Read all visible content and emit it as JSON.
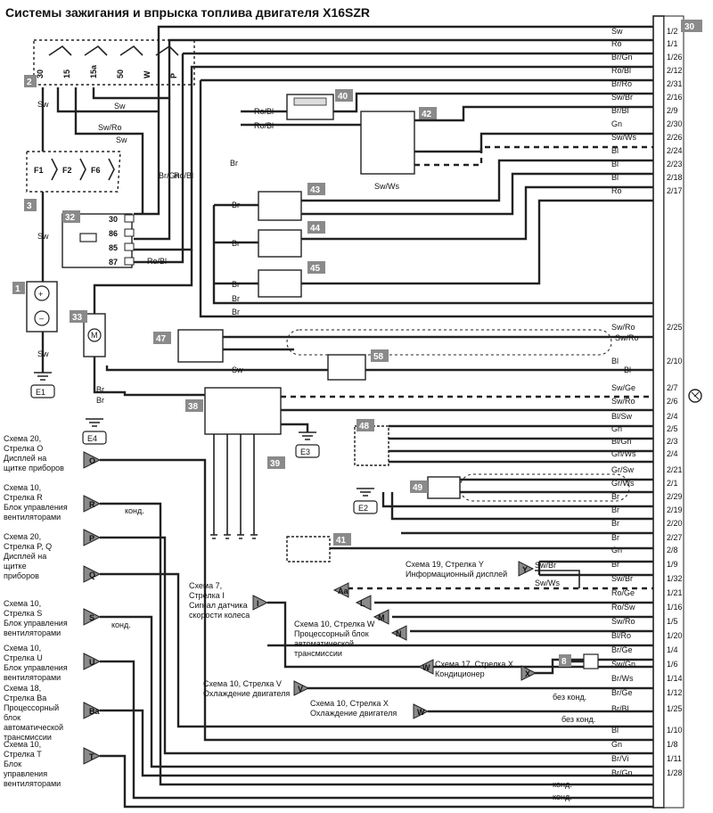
{
  "title": "Системы зажигания и впрыска топлива двигателя X16SZR",
  "connector": {
    "id": "30",
    "pins": [
      {
        "pin": "1/2",
        "wire": "Sw"
      },
      {
        "pin": "1/1",
        "wire": "Ro"
      },
      {
        "pin": "1/26",
        "wire": "Br/Gn"
      },
      {
        "pin": "2/12",
        "wire": "Ro/Bl"
      },
      {
        "pin": "2/31",
        "wire": "Br/Ro"
      },
      {
        "pin": "2/16",
        "wire": "Sw/Br"
      },
      {
        "pin": "2/9",
        "wire": "Br/Bl"
      },
      {
        "pin": "2/30",
        "wire": "Gn"
      },
      {
        "pin": "2/26",
        "wire": "Sw/Ws"
      },
      {
        "pin": "2/24",
        "wire": "Bl"
      },
      {
        "pin": "2/23",
        "wire": "Bl"
      },
      {
        "pin": "2/18",
        "wire": "Bl"
      },
      {
        "pin": "2/17",
        "wire": "Ro"
      },
      {
        "pin": "2/25",
        "wire": "Sw/Ro"
      },
      {
        "pin": "2/10",
        "wire": "Bl"
      },
      {
        "pin": "2/7",
        "wire": "Sw/Ge"
      },
      {
        "pin": "2/6",
        "wire": "Sw/Ro"
      },
      {
        "pin": "2/4",
        "wire": "Bl/Sw"
      },
      {
        "pin": "2/5",
        "wire": "Gn"
      },
      {
        "pin": "2/3",
        "wire": "Bl/Gn"
      },
      {
        "pin": "2/4",
        "wire": "Gn/Ws"
      },
      {
        "pin": "2/21",
        "wire": "Gr/Sw"
      },
      {
        "pin": "2/1",
        "wire": "Gr/Ws"
      },
      {
        "pin": "2/29",
        "wire": "Br"
      },
      {
        "pin": "2/19",
        "wire": "Br"
      },
      {
        "pin": "2/20",
        "wire": "Br"
      },
      {
        "pin": "2/27",
        "wire": "Br"
      },
      {
        "pin": "2/8",
        "wire": "Gn"
      },
      {
        "pin": "1/9",
        "wire": "Br"
      },
      {
        "pin": "1/32",
        "wire": "Sw/Br"
      },
      {
        "pin": "1/21",
        "wire": "Ro/Ge"
      },
      {
        "pin": "1/16",
        "wire": "Ro/Sw"
      },
      {
        "pin": "1/5",
        "wire": "Sw/Ro"
      },
      {
        "pin": "1/20",
        "wire": "Bl/Ro"
      },
      {
        "pin": "1/4",
        "wire": "Br/Ge"
      },
      {
        "pin": "1/6",
        "wire": "Sw/Gn"
      },
      {
        "pin": "1/14",
        "wire": "Br/Ws"
      },
      {
        "pin": "1/12",
        "wire": "Br/Ge"
      },
      {
        "pin": "1/25",
        "wire": "Br/Bl"
      },
      {
        "pin": "1/10",
        "wire": "Bl"
      },
      {
        "pin": "1/8",
        "wire": "Gn"
      },
      {
        "pin": "1/11",
        "wire": "Br/Vi"
      },
      {
        "pin": "1/28",
        "wire": "Br/Gn"
      }
    ]
  },
  "components": {
    "c2": "2",
    "c3": "3",
    "c1": "1",
    "c30": "30",
    "c32": "32",
    "c33": "33",
    "c38": "38",
    "c39": "39",
    "c40": "40",
    "c41": "41",
    "c42": "42",
    "c43": "43",
    "c44": "44",
    "c45": "45",
    "c47": "47",
    "c48": "48",
    "c49": "49",
    "c58": "58",
    "c8": "8"
  },
  "ign_terms": [
    "30",
    "15",
    "15a",
    "50",
    "W",
    "P"
  ],
  "fuses": [
    "F1",
    "F2",
    "F6"
  ],
  "relay_pins": [
    "30",
    "86",
    "85",
    "87"
  ],
  "grounds": [
    "E1",
    "E4",
    "E3",
    "E2"
  ],
  "left_wires": {
    "sw1": "Sw",
    "sw2": "Sw",
    "swro": "Sw/Ro",
    "sw3": "Sw",
    "sw4": "Sw",
    "brgn": "Br/Gn",
    "robl": "Ro/Bl",
    "robl2": "Ro/Bl",
    "robl3": "Ro/Bl",
    "robl4": "Ro/Bl",
    "br1": "Br",
    "br2": "Br",
    "br3": "Br",
    "br4": "Br",
    "br5": "Br",
    "br6": "Br",
    "swws": "Sw/Ws",
    "swro2": "Sw/Ro",
    "sw5": "Sw",
    "bl": "Bl",
    "sw6": "Sw",
    "br7": "Br",
    "brE4": "Br",
    "gnd1": "Br"
  },
  "refs": [
    {
      "letter": "O",
      "text": [
        "Схема 20,",
        "Стрелка O",
        "Дисплей на",
        "щитке приборов"
      ]
    },
    {
      "letter": "R",
      "text": [
        "Схема 10,",
        "Стрелка R",
        "Блок управления",
        "вентиляторами"
      ]
    },
    {
      "letter": "P",
      "text": [
        "Схема 20,",
        "Стрелка P, Q",
        "Дисплей на",
        "щитке",
        "приборов"
      ]
    },
    {
      "letter": "Q",
      "text": []
    },
    {
      "letter": "S",
      "text": [
        "Схема 10,",
        "Стрелка S",
        "Блок управления",
        "вентиляторами"
      ]
    },
    {
      "letter": "U",
      "text": [
        "Схема 10,",
        "Стрелка U",
        "Блок управления",
        "вентиляторами"
      ]
    },
    {
      "letter": "Ba",
      "text": [
        "Схема 18,",
        "Стрелка Ba",
        "Процессорный",
        "блок",
        "автоматической",
        "трансмиссии"
      ]
    },
    {
      "letter": "T",
      "text": [
        "Схема 10,",
        "Стрелка T",
        "Блок",
        "управления",
        "вентиляторами"
      ]
    }
  ],
  "mid_refs": {
    "I": {
      "letter": "I",
      "text": [
        "Схема 7,",
        "Стрелка I",
        "Сигнал датчика",
        "скорости колеса"
      ]
    },
    "W": {
      "letter": "W",
      "text": [
        "Схема 10, Стрелка W",
        "Процессорный блок",
        "автоматической",
        "трансмиссии"
      ]
    },
    "V": {
      "letter": "V",
      "text": [
        "Схема 10, Стрелка V",
        "Охлаждение двигателя"
      ]
    },
    "Wx": {
      "letter": "W",
      "text": [
        "Схема 10, Стрелка X",
        "Охлаждение двигателя"
      ]
    },
    "X": {
      "letter": "X",
      "text": [
        "Схема 17, Стрелка X",
        "Кондиционер"
      ]
    },
    "Y": {
      "letter": "Y",
      "text": [
        "Схема 19, Стрелка Y",
        "Информационный дисплей"
      ]
    },
    "L": "L",
    "M": "M",
    "N": "N",
    "Aa": "Aa"
  },
  "notes": {
    "kond1": "конд.",
    "kond2": "конд.",
    "bezkond1": "без конд.",
    "bezkond2": "без конд.",
    "kond3": "конд.",
    "kond4": "конд.",
    "swbr": "Sw/Br",
    "swws": "Sw/Ws"
  },
  "colors": {
    "ink": "#222222",
    "tag_bg": "#8a8a8a"
  }
}
